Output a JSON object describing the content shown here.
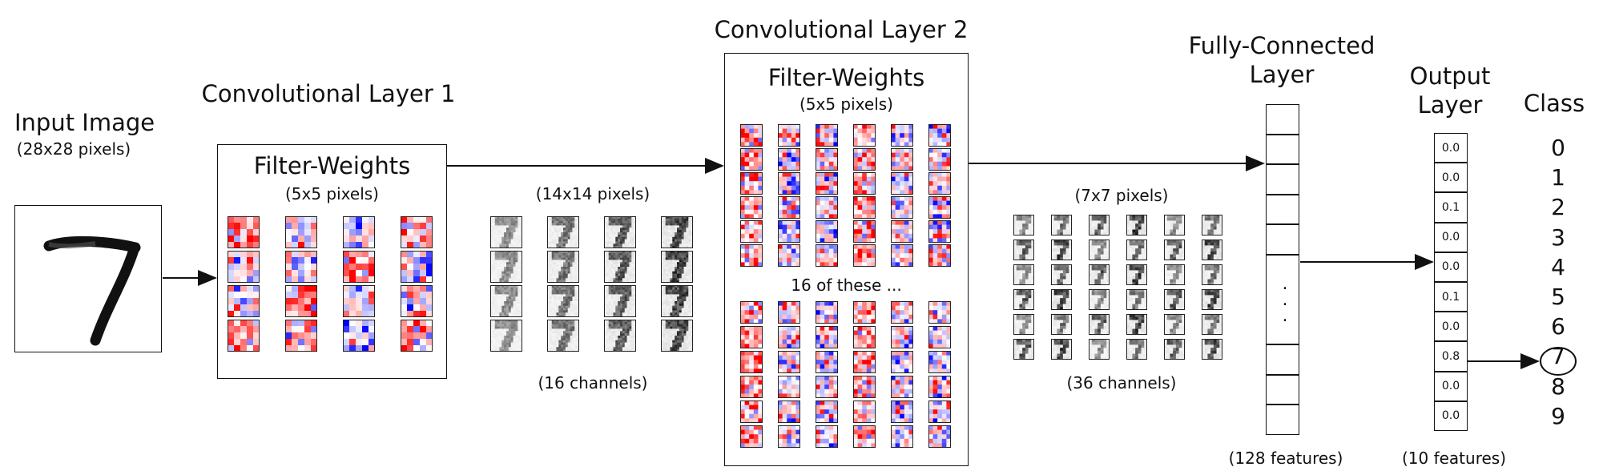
{
  "input": {
    "title": "Input Image",
    "size": "(28x28 pixels)"
  },
  "conv1": {
    "title": "Convolutional Layer 1",
    "box_title": "Filter-Weights",
    "box_size": "(5x5 pixels)"
  },
  "out1": {
    "size": "(14x14 pixels)",
    "channels": "(16 channels)"
  },
  "conv2": {
    "title": "Convolutional Layer 2",
    "box_title": "Filter-Weights",
    "box_size": "(5x5 pixels)",
    "repeat_note": "16 of these ..."
  },
  "out2": {
    "size": "(7x7 pixels)",
    "channels": "(36 channels)"
  },
  "fc": {
    "title_line1": "Fully-Connected",
    "title_line2": "Layer",
    "dots": ".\n.\n.",
    "features": "(128 features)"
  },
  "output": {
    "title_line1": "Output",
    "title_line2": "Layer",
    "features": "(10 features)",
    "values": [
      "0.0",
      "0.0",
      "0.1",
      "0.0",
      "0.0",
      "0.1",
      "0.0",
      "0.8",
      "0.0",
      "0.0"
    ]
  },
  "class": {
    "title": "Class",
    "labels": [
      "0",
      "1",
      "2",
      "3",
      "4",
      "5",
      "6",
      "7",
      "8",
      "9"
    ],
    "selected_index": 7
  },
  "colors": {
    "positive": "#e00000",
    "negative": "#0000e0",
    "neutral": "#ffffff",
    "ink": "#111111"
  }
}
